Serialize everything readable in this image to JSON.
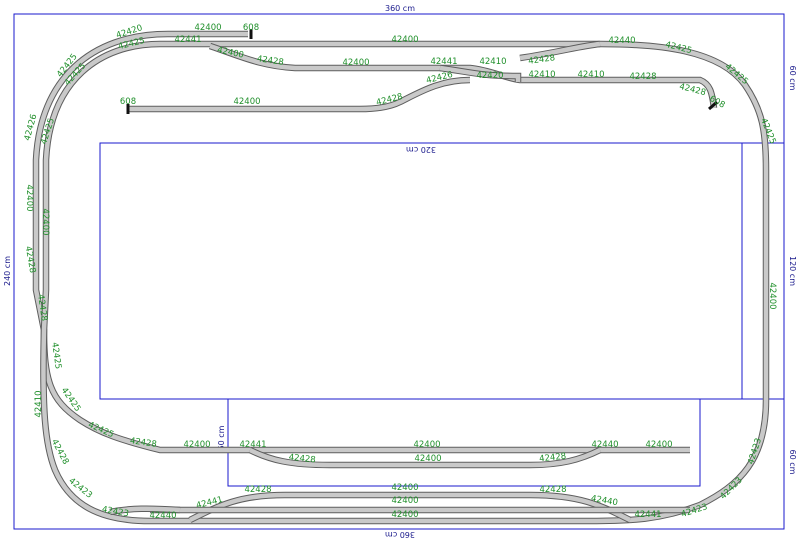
{
  "dimensions": {
    "top_width": "360 cm",
    "bottom_width": "360 cm",
    "left_height": "240 cm",
    "right_upper": "60 cm",
    "right_middle": "120 cm",
    "right_lower": "60 cm",
    "inner_width": "320 cm",
    "inner_offset": "60 cm"
  },
  "track_labels": {
    "top_stub": "42400",
    "top_stub_end": "608",
    "t1": "42441",
    "t2": "42400",
    "t3": "42428",
    "t4": "42400",
    "t5": "42400",
    "t6": "42441",
    "t7": "42410",
    "t8": "42428",
    "t9": "42440",
    "t10": "42425",
    "t11": "42426",
    "t12": "42420",
    "t13": "42410",
    "t14": "42410",
    "t15": "42428",
    "t16": "42428",
    "right_end": "608",
    "siding_end": "608",
    "siding": "42400",
    "siding_curve": "42428",
    "lc1": "42420",
    "lc2": "42425",
    "lc3": "42425",
    "lc4": "42425",
    "lc5": "42426",
    "lc6": "42425",
    "left_outer": "42400",
    "left_inner": "42400",
    "left_sw": "42428",
    "left_sw2": "42428",
    "left_low": "42410",
    "left_low2": "42425",
    "ll1": "42425",
    "ll2": "42428",
    "ll3": "42428",
    "ll4": "42425",
    "right_straight": "42400",
    "right_top_curve": "42425",
    "right_low_curve": "42423",
    "rl2": "42423",
    "rl3": "42423",
    "s1": "42400",
    "s2": "42441",
    "s3": "42400",
    "s4": "42428",
    "s5": "42400",
    "s6": "42428",
    "s7": "42440",
    "s8": "42400",
    "b1": "42400",
    "b2": "42400",
    "b3": "42400",
    "b4": "42441",
    "b5": "42428",
    "b6": "42428",
    "b7": "42440",
    "b8": "42441",
    "b9": "42423",
    "b10": "42440",
    "b11": "42423"
  },
  "colors": {
    "track_outline": "#5e5e5e",
    "track_fill": "#c9c9c9",
    "label_text": "#1f8f2a",
    "board_outline": "#1a1acc",
    "dimension_text": "#1a1a8c"
  }
}
